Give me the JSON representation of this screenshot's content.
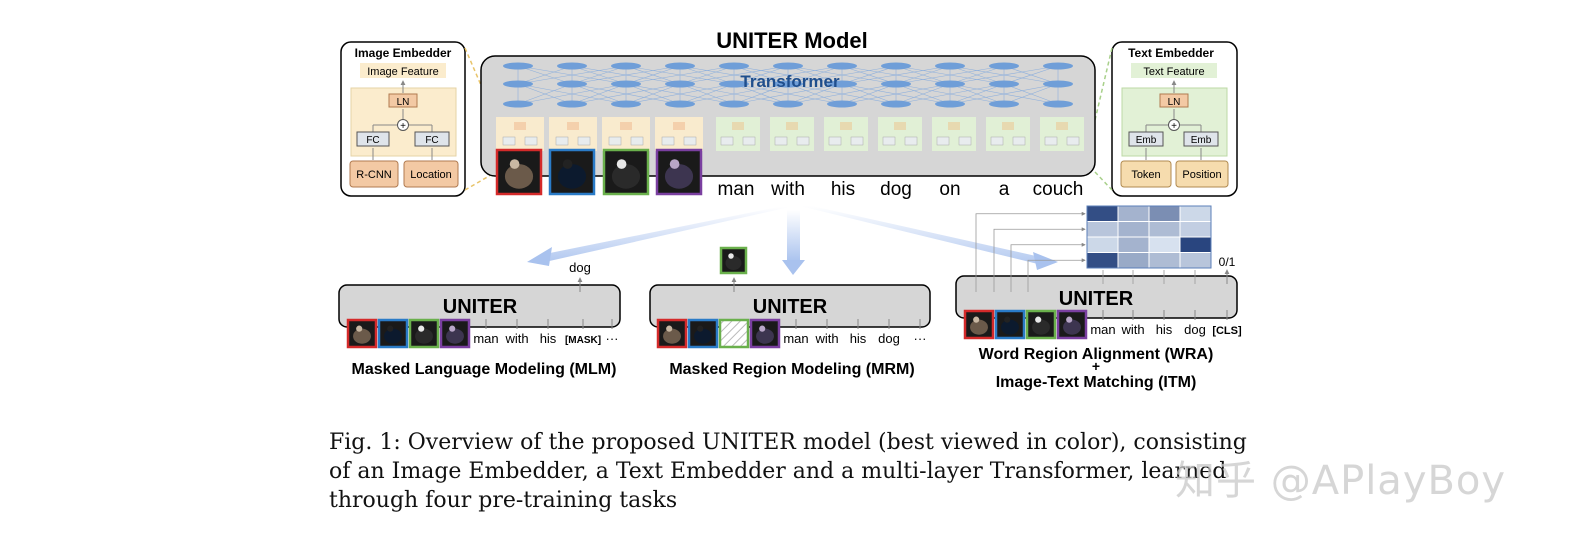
{
  "title": "UNITER Model",
  "image_embedder": {
    "title": "Image Embedder",
    "feature": "Image Feature",
    "ln": "LN",
    "fc_left": "FC",
    "fc_right": "FC",
    "rcnn": "R-CNN",
    "location": "Location"
  },
  "text_embedder": {
    "title": "Text Embedder",
    "feature": "Text Feature",
    "ln": "LN",
    "emb_left": "Emb",
    "emb_right": "Emb",
    "token": "Token",
    "position": "Position"
  },
  "transformer_label": "Transformer",
  "tokens": [
    "man",
    "with",
    "his",
    "dog",
    "on",
    "a",
    "couch"
  ],
  "region_colors": [
    "#d42a2a",
    "#2a7bc7",
    "#6ab04c",
    "#7a3fa0"
  ],
  "colors": {
    "image_bg": "#fbeccd",
    "text_bg": "#e2f1d6",
    "ln": "#f3c9a4",
    "transformer": "#d6d6d6",
    "node": "#6f9ed8",
    "accent": "#1f4e8c"
  },
  "tasks": {
    "mlm": {
      "model": "UNITER",
      "output": "dog",
      "tokens": [
        "man",
        "with",
        "his",
        "[MASK]",
        "···"
      ],
      "label": "Masked Language Modeling (MLM)"
    },
    "mrm": {
      "model": "UNITER",
      "tokens": [
        "man",
        "with",
        "his",
        "dog",
        "···"
      ],
      "label": "Masked Region Modeling (MRM)"
    },
    "wra": {
      "model": "UNITER",
      "tokens": [
        "man",
        "with",
        "his",
        "dog",
        "[CLS]"
      ],
      "output": "0/1",
      "label_line1": "Word Region Alignment (WRA)",
      "plus": "+",
      "label_line2": "Image-Text Matching (ITM)",
      "matrix": [
        [
          0.9,
          0.35,
          0.55,
          0.15
        ],
        [
          0.25,
          0.35,
          0.3,
          0.2
        ],
        [
          0.15,
          0.35,
          0.1,
          0.95
        ],
        [
          0.9,
          0.4,
          0.3,
          0.25
        ]
      ]
    }
  },
  "caption": "Fig. 1: Overview of the proposed UNITER model (best viewed in color), consisting of an Image Embedder, a Text Embedder and a multi-layer Transformer, learned through four pre-training tasks",
  "watermark": "知乎 @APlayBoy"
}
